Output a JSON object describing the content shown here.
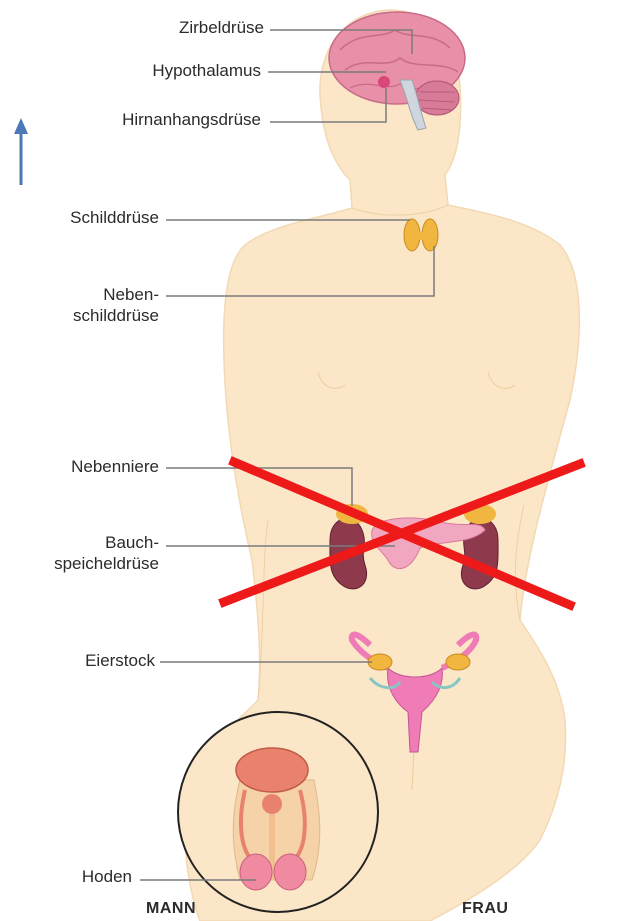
{
  "labels": {
    "zirbeldruese": "Zirbeldrüse",
    "hypothalamus": "Hypothalamus",
    "hirnanhangsdruese": "Hirnanhangsdrüse",
    "schilddruese": "Schilddrüse",
    "nebenschilddruese_1": "Neben-",
    "nebenschilddruese_2": "schilddrüse",
    "nebenniere": "Nebenniere",
    "bauchspeicheldruese_1": "Bauch-",
    "bauchspeicheldruese_2": "speicheldrüse",
    "eierstock": "Eierstock",
    "hoden": "Hoden",
    "mann": "MANN",
    "frau": "FRAU"
  },
  "colors": {
    "skin": "#fbe7c8",
    "skin_edge": "#ecd0a4",
    "brain": "#e890a8",
    "gland_yellow": "#f0b640",
    "kidney": "#8e3a4c",
    "pancreas": "#f1a7c0",
    "uterus": "#ef7cb6",
    "leader": "#7a7a7a",
    "cross": "#ee1a1a",
    "arrow": "#4a78b8"
  },
  "annotations": {
    "cross_mark": "red X over abdominal glands",
    "arrow": "blue up arrow"
  }
}
